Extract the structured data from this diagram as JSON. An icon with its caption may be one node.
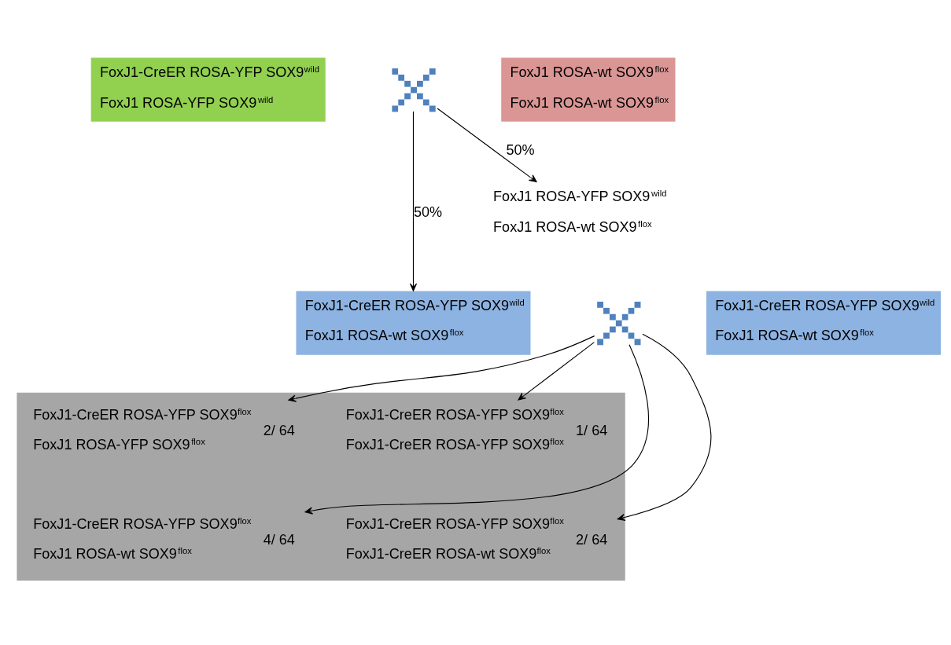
{
  "diagram": {
    "nodes": [
      {
        "text": [
          "FoxJ1-CreER ROSA-YFP SOX9$^{wild}$",
          "FoxJ1 ROSA-YFP SOX9$^{wild}$"
        ]
      },
      {
        "text": [],
        "shape": "cross"
      },
      {
        "text": [
          "FoxJ1 ROSA-wt SOX9$^{flox}$",
          "FoxJ1 ROSA-wt SOX9$^{flox}$"
        ]
      },
      {
        "text": [
          "FoxJ1 ROSA-YFP SOX9$^{wild}$",
          "FoxJ1 ROSA-wt SOX9$^{flox}$"
        ]
      },
      {
        "text": [
          "FoxJ1-CreER ROSA-YFP SOX9$^{wild}$",
          "FoxJ1 ROSA-wt SOX9$^{flox}$"
        ]
      },
      {
        "text": [],
        "shape": "cross"
      },
      {
        "text": [
          "FoxJ1-CreER ROSA-YFP SOX9$^{wild}$",
          "FoxJ1 ROSA-wt SOX9$^{flox}$"
        ]
      },
      {
        "text": [],
        "shape": "box"
      },
      {
        "text": [
          "FoxJ1-CreER ROSA-YFP SOX9$^{flox}$",
          "FoxJ1 ROSA-YFP SOX9$^{flox}$"
        ],
        "beside": [
          "2/ 64"
        ],
        "in": 7
      },
      {
        "text": [
          "FoxJ1-CreER ROSA-YFP SOX9$^{flox}$",
          "FoxJ1-CreER ROSA-YFP SOX9$^{flox}$"
        ],
        "beside": [
          "1/ 64"
        ],
        "in": 7
      },
      {
        "text": [
          "FoxJ1-CreER ROSA-YFP SOX9$^{flox}$",
          "FoxJ1 ROSA-wt SOX9$^{flox}$"
        ],
        "beside": [
          "4/ 64"
        ],
        "in": 7
      },
      {
        "text": [
          "FoxJ1-CreER ROSA-YFP SOX9$^{flox}$",
          "FoxJ1-CreER ROSA-wt SOX9$^{flox}$"
        ],
        "beside": [
          "2/ 64"
        ],
        "in": 7
      }
    ],
    "edges": [
      {
        "from": 1,
        "to": 4,
        "arrow": "to",
        "label": "50%"
      },
      {
        "from": 1,
        "to": 3,
        "arrow": "to",
        "label": "50%"
      },
      {
        "from": 5,
        "to": 8,
        "arrow": "to"
      },
      {
        "from": 5,
        "to": 10,
        "arrow": "to"
      },
      {
        "from": 5,
        "to": 11,
        "arrow": "to"
      },
      {
        "from": 5,
        "to": 9,
        "arrow": "to"
      }
    ]
  }
}
